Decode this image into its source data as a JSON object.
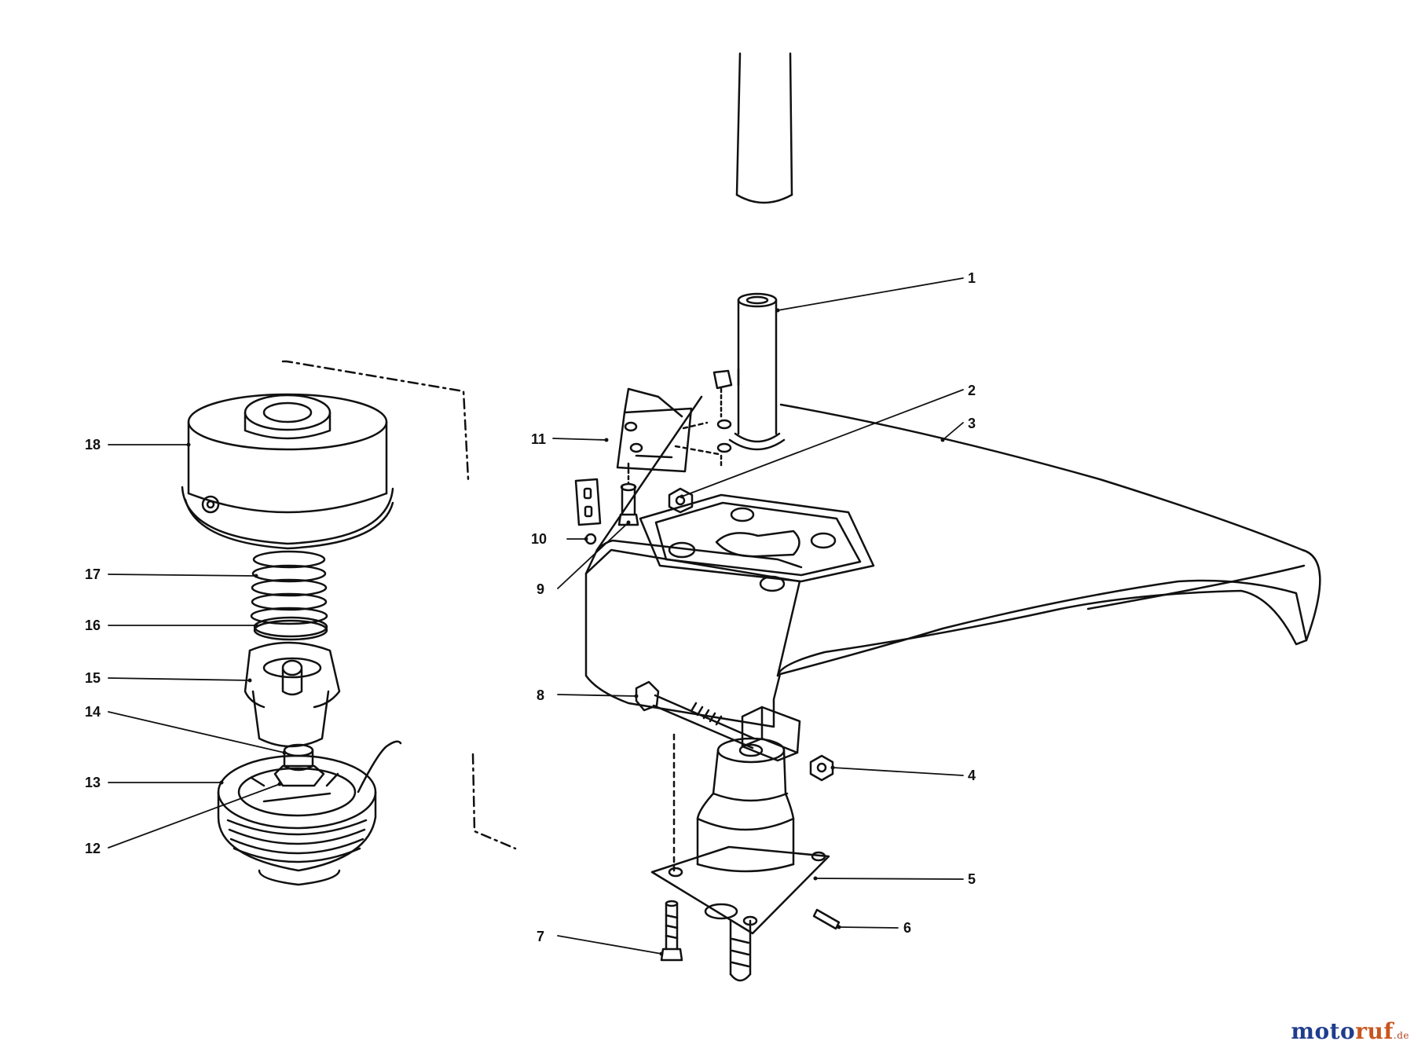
{
  "diagram": {
    "callouts": [
      {
        "id": "1",
        "label": "1"
      },
      {
        "id": "2",
        "label": "2"
      },
      {
        "id": "3",
        "label": "3"
      },
      {
        "id": "4",
        "label": "4"
      },
      {
        "id": "5",
        "label": "5"
      },
      {
        "id": "6",
        "label": "6"
      },
      {
        "id": "7",
        "label": "7"
      },
      {
        "id": "8",
        "label": "8"
      },
      {
        "id": "9",
        "label": "9"
      },
      {
        "id": "10",
        "label": "10"
      },
      {
        "id": "11",
        "label": "11"
      },
      {
        "id": "12",
        "label": "12"
      },
      {
        "id": "13",
        "label": "13"
      },
      {
        "id": "14",
        "label": "14"
      },
      {
        "id": "15",
        "label": "15"
      },
      {
        "id": "16",
        "label": "16"
      },
      {
        "id": "17",
        "label": "17"
      },
      {
        "id": "18",
        "label": "18"
      }
    ]
  },
  "watermark": {
    "part_a": "moto",
    "part_b": "ruf",
    "suffix": ".de",
    "color_a": "#1f3d8c",
    "color_b": "#c9551e"
  }
}
